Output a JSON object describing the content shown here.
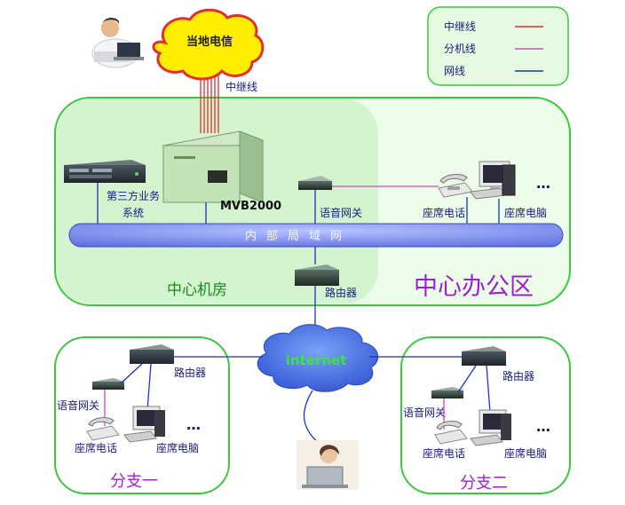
{
  "legend": {
    "items": [
      {
        "label": "中继线",
        "color": "#e03030"
      },
      {
        "label": "分机线",
        "color": "#e040c0"
      },
      {
        "label": "网线",
        "color": "#2030c0"
      }
    ]
  },
  "telecom": {
    "label": "当地电信",
    "trunk_label": "中继线"
  },
  "center": {
    "machine_room_label": "中心机房",
    "office_label": "中心办公区",
    "third_party_line1": "第三方业务",
    "third_party_line2": "系统",
    "mvb_label": "MVB2000",
    "gateway_label": "语音网关",
    "phone_label": "座席电话",
    "pc_label": "座席电脑",
    "ellipsis": "…",
    "lan_label": "内部局域网",
    "router_label": "路由器"
  },
  "internet": {
    "label": "internet"
  },
  "branch1": {
    "title": "分支一",
    "router_label": "路由器",
    "gateway_label": "语音网关",
    "phone_label": "座席电话",
    "pc_label": "座席电脑",
    "ellipsis": "…"
  },
  "branch2": {
    "title": "分支二",
    "router_label": "路由器",
    "gateway_label": "语音网关",
    "phone_label": "座席电话",
    "pc_label": "座席电脑",
    "ellipsis": "…"
  },
  "colors": {
    "zone_fill": "#e2fbdf",
    "zone_border": "#3cc83c",
    "title_green": "#1a8a1a",
    "title_purple": "#a020d0",
    "lan_fill": "#8090f0",
    "cloud_fill": "#5080e8"
  }
}
